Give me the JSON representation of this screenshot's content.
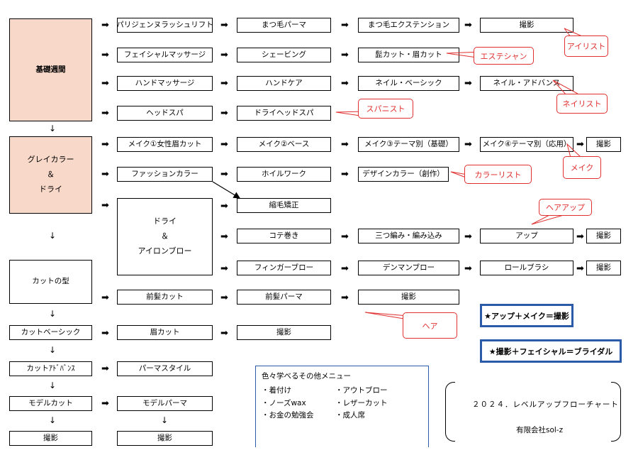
{
  "boxes": {
    "kiso": "基礎週間",
    "gray_dry": "グレイカラー\n＆\nドライ",
    "cut_type": "カットの型",
    "cut_basic": "カットベーシック",
    "cut_advance": "カットｱﾄﾞﾊﾞﾝｽ",
    "model_cut": "モデルカット",
    "shoot_left": "撮影",
    "perigene": "パリジェンヌラッシュリフト",
    "lash_perm": "まつ毛パーマ",
    "lash_ext": "まつ毛エクステンション",
    "shoot_r1": "撮影",
    "facial": "フェイシャルマッサージ",
    "shaving": "シェービング",
    "beard_brow": "髭カット・眉カット",
    "hand_massage": "ハンドマッサージ",
    "hand_care": "ハンドケア",
    "nail_basic": "ネイル・ベーシック",
    "nail_advance": "ネイル・アドバンス",
    "head_spa": "ヘッドスパ",
    "dry_head_spa": "ドライヘッドスパ",
    "make1": "メイク①女性眉カット",
    "make2": "メイク②ベース",
    "make3": "メイク③テーマ別（基礎）",
    "make4": "メイク④テーマ別（応用）",
    "shoot_make": "撮影",
    "fashion_color": "ファッションカラー",
    "whole_work": "ホイルワーク",
    "design_color": "デザインカラー（創作）",
    "dry_iron": "ドライ\n＆\nアイロンブロー",
    "straight": "縮毛矯正",
    "kote": "コテ巻き",
    "braid": "三つ編み・編み込み",
    "up": "アップ",
    "shoot_up": "撮影",
    "finger": "フィンガーブロー",
    "denman": "デンマンブロー",
    "roll_brush": "ロールブラシ",
    "shoot_roll": "撮影",
    "bangs_cut": "前髪カット",
    "bangs_perm": "前髪パーマ",
    "shoot_bangs": "撮影",
    "brow_cut": "眉カット",
    "shoot_brow": "撮影",
    "perm_style": "パーマスタイル",
    "model_perm": "モデルパーマ",
    "shoot_bottom": "撮影"
  },
  "callouts": {
    "eyelist": "アイリスト",
    "esthetician": "エステシャン",
    "nailist": "ネイリスト",
    "spanist": "スパニスト",
    "make": "メイク",
    "colorist": "カラーリスト",
    "hair_up": "ヘアアップ",
    "hair": "ヘア"
  },
  "blue_boxes": {
    "up_make": "★アップ＋メイク＝撮影",
    "bridal": "★撮影＋フェイシャル＝ブライダル"
  },
  "notes": {
    "title": "色々学べるその他メニュー",
    "item1": "・着付け",
    "item2": "・アウトブロー",
    "item3": "・ノーズwax",
    "item4": "・レザーカット",
    "item5": "・お金の勉強会",
    "item6": "・成人席"
  },
  "title_block": {
    "title": "２０２４．レベルアップフローチャート",
    "company": "有限会社sol-z"
  },
  "symbols": {
    "right_arrow": "➡",
    "down_arrow": "↓"
  },
  "colors": {
    "pink_fill": "#f8d8c8",
    "callout_red": "#e03030",
    "blue_border": "#2a5aa8"
  }
}
